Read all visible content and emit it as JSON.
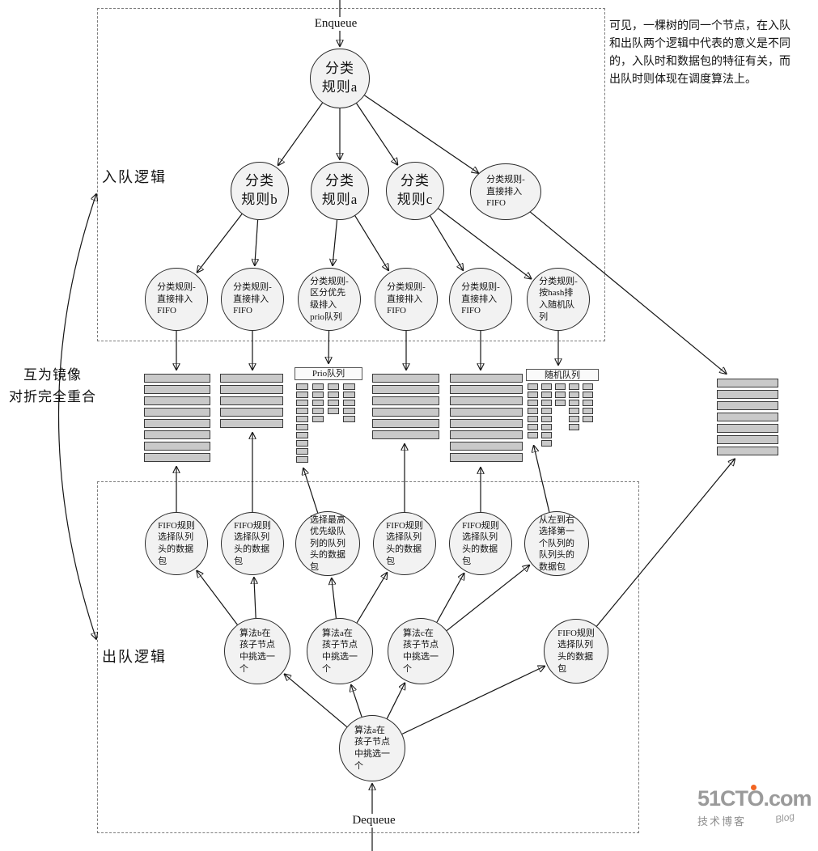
{
  "labels": {
    "enqueue": "Enqueue",
    "dequeue": "Dequeue",
    "enqueue_logic": "入队逻辑",
    "dequeue_logic": "出队逻辑",
    "mirror_note": "互为镜像\n对折完全重合"
  },
  "annotation": "可见，一棵树的同一个节点，在入队\n和出队两个逻辑中代表的意义是不同\n的，入队时和数据包的特征有关，而\n出队时则体现在调度算法上。",
  "nodes": {
    "root": {
      "label": "分类\n规则a"
    },
    "b": {
      "label": "分类\n规则b"
    },
    "a": {
      "label": "分类\n规则a"
    },
    "c": {
      "label": "分类\n规则c"
    },
    "f": {
      "label": "分类规则-\n直接排入\nFIFO"
    },
    "l1": {
      "label": "分类规则-\n直接排入\nFIFO"
    },
    "l2": {
      "label": "分类规则-\n直接排入\nFIFO"
    },
    "l3": {
      "label": "分类规则-\n区分优先\n级排入\nprio队列"
    },
    "l4": {
      "label": "分类规则-\n直接排入\nFIFO"
    },
    "l5": {
      "label": "分类规则-\n直接排入\nFIFO"
    },
    "l6": {
      "label": "分类规则-\n按hash排\n入随机队\n列"
    },
    "d1": {
      "label": "FIFO规则\n选择队列\n头的数据\n包"
    },
    "d2": {
      "label": "FIFO规则\n选择队列\n头的数据\n包"
    },
    "d3": {
      "label": "选择最高\n优先级队\n列的队列\n头的数据\n包"
    },
    "d4": {
      "label": "FIFO规则\n选择队列\n头的数据\n包"
    },
    "d5": {
      "label": "FIFO规则\n选择队列\n头的数据\n包"
    },
    "d6": {
      "label": "从左到右\n选择第一\n个队列的\n队列头的\n数据包"
    },
    "e1": {
      "label": "算法b在\n孩子节点\n中挑选一\n个"
    },
    "e2": {
      "label": "算法a在\n孩子节点\n中挑选一\n个"
    },
    "e3": {
      "label": "算法c在\n孩子节点\n中挑选一\n个"
    },
    "e4": {
      "label": "FIFO规则\n选择队列\n头的数据\n包"
    },
    "r2": {
      "label": "算法a在\n孩子节点\n中挑选一\n个"
    }
  },
  "queue_labels": {
    "prio": "Prio队列",
    "random": "随机队列"
  },
  "queues": {
    "q1": {
      "bars": [
        8
      ]
    },
    "q2": {
      "bars": [
        5
      ]
    },
    "prio": {
      "bars": [
        10,
        5,
        4,
        5
      ]
    },
    "q4": {
      "bars": [
        6
      ]
    },
    "q5": {
      "bars": [
        8
      ]
    },
    "random": {
      "bars": [
        7,
        8,
        3,
        6,
        5
      ]
    },
    "right": {
      "bars": [
        7
      ]
    }
  },
  "logo": {
    "main": "51CTO.com",
    "sub": "技术博客",
    "tag": "Blog"
  },
  "colors": {
    "accent_orange": "#f26522",
    "bar_fill": "#c9c9c9",
    "node_fill": "#f2f2f2"
  }
}
